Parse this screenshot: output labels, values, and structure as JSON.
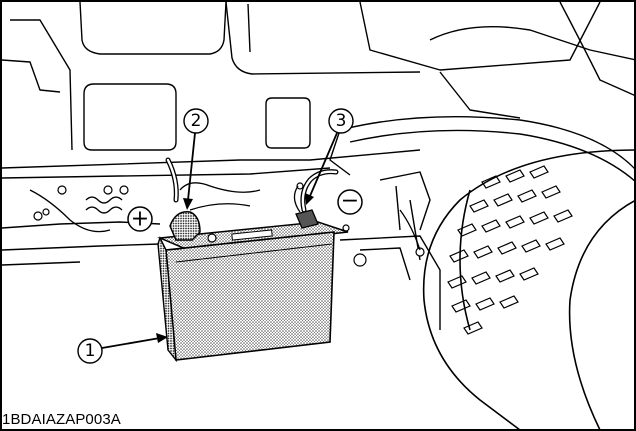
{
  "figure_code": "1BDAIAZAP003A",
  "callouts": [
    {
      "number": "1",
      "part": "battery"
    },
    {
      "number": "2",
      "part": "positive-terminal-cap"
    },
    {
      "number": "3",
      "part": "negative-terminal"
    }
  ],
  "polarity_symbols": {
    "positive": "+",
    "negative": "−"
  },
  "colors": {
    "line": "#000000",
    "battery_fill": "#b8b8b8",
    "background": "#ffffff"
  }
}
